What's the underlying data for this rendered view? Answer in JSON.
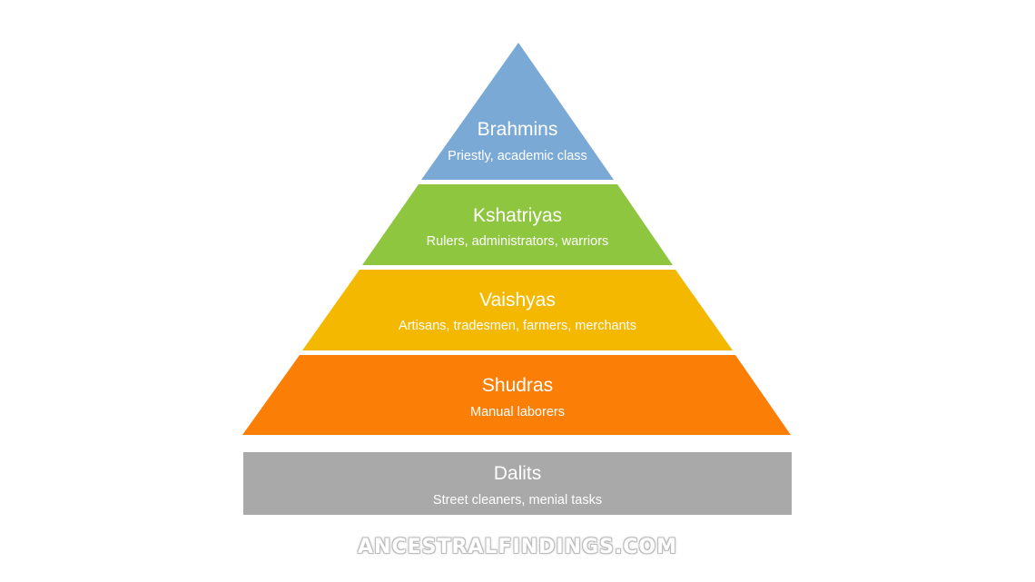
{
  "pyramid": {
    "layers": [
      {
        "title": "Brahmins",
        "subtitle": "Priestly, academic class",
        "color": "#7aa9d6"
      },
      {
        "title": "Kshatriyas",
        "subtitle": "Rulers, administrators, warriors",
        "color": "#8ec63f"
      },
      {
        "title": "Vaishyas",
        "subtitle": "Artisans, tradesmen, farmers, merchants",
        "color": "#f4b800"
      },
      {
        "title": "Shudras",
        "subtitle": "Manual laborers",
        "color": "#fb7e06"
      }
    ]
  },
  "base": {
    "title": "Dalits",
    "subtitle": "Street cleaners, menial tasks",
    "color": "#a9a9a9"
  },
  "watermark": {
    "text": "ANCESTRALFINDINGS.COM"
  }
}
